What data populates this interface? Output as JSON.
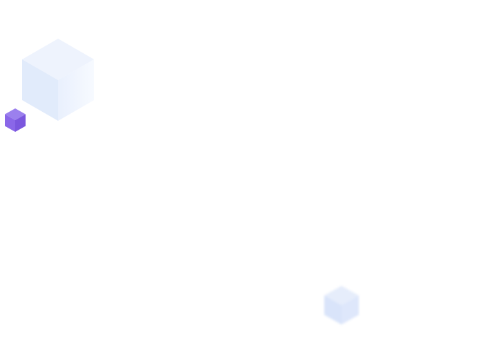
{
  "scene": {
    "background_color": "#ffffff",
    "decorations": [
      {
        "name": "large-pale-cube",
        "colors": {
          "top": "#eef3fd",
          "left": "#e1ebfb",
          "right": "#f3f7fe"
        }
      },
      {
        "name": "small-purple-cube",
        "colors": {
          "top": "#9b80ee",
          "left": "#8a67e8",
          "right": "#7b57de"
        }
      },
      {
        "name": "blurred-pale-cube",
        "colors": {
          "top": "#e6edfb",
          "left": "#d9e4fa",
          "right": "#dee7fb"
        }
      }
    ]
  }
}
